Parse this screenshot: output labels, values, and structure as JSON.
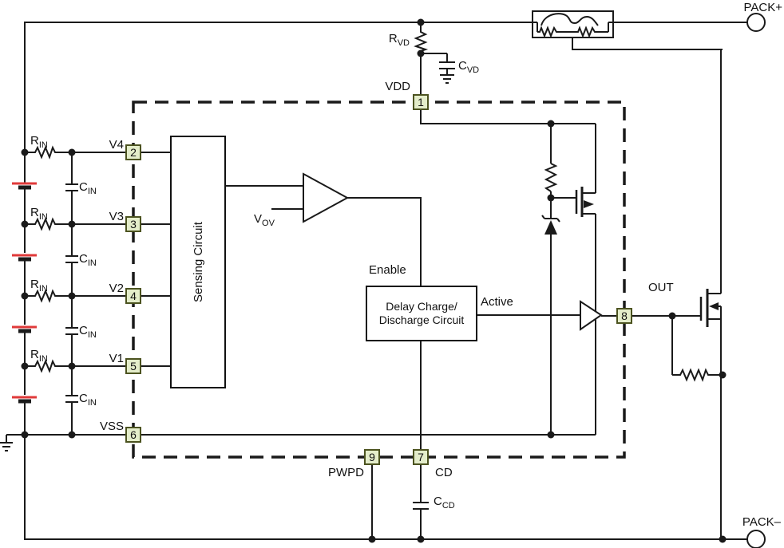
{
  "terminals": {
    "plus": "PACK+",
    "minus": "PACK–"
  },
  "pins": {
    "p1": {
      "num": "1",
      "name": "VDD"
    },
    "p2": {
      "num": "2",
      "name": "V4"
    },
    "p3": {
      "num": "3",
      "name": "V3"
    },
    "p4": {
      "num": "4",
      "name": "V2"
    },
    "p5": {
      "num": "5",
      "name": "V1"
    },
    "p6": {
      "num": "6",
      "name": "VSS"
    },
    "p7": {
      "num": "7",
      "name": "CD"
    },
    "p8": {
      "num": "8",
      "name": "OUT"
    },
    "p9": {
      "num": "9",
      "name": "PWPD"
    }
  },
  "parts": {
    "rvd": {
      "base": "R",
      "sub": "VD"
    },
    "cvd": {
      "base": "C",
      "sub": "VD"
    },
    "rin": {
      "base": "R",
      "sub": "IN"
    },
    "cin": {
      "base": "C",
      "sub": "IN"
    },
    "ccd": {
      "base": "C",
      "sub": "CD"
    },
    "vov": {
      "base": "V",
      "sub": "OV"
    }
  },
  "blocks": {
    "sensing": "Sensing Circuit",
    "delay1": "Delay Charge/",
    "delay2": "Discharge Circuit"
  },
  "signals": {
    "enable": "Enable",
    "active": "Active"
  },
  "colors": {
    "line": "#1a1a1a",
    "pin_fill": "#e4edca",
    "pin_border": "#4c5320",
    "battery_red": "#e03a3a"
  }
}
